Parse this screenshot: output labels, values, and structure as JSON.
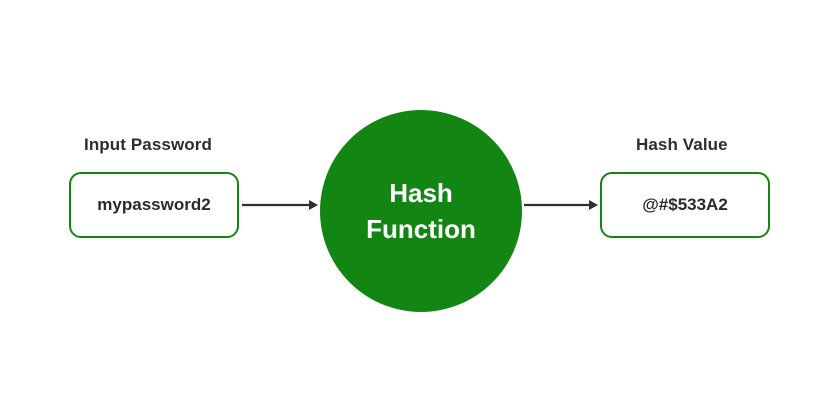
{
  "input": {
    "heading": "Input Password",
    "value": "mypassword2"
  },
  "function": {
    "line1": "Hash",
    "line2": "Function"
  },
  "output": {
    "heading": "Hash Value",
    "value": "@#$533A2"
  },
  "colors": {
    "accent": "#138513",
    "text": "#2b2b2b",
    "arrow": "#2f2f2f"
  }
}
